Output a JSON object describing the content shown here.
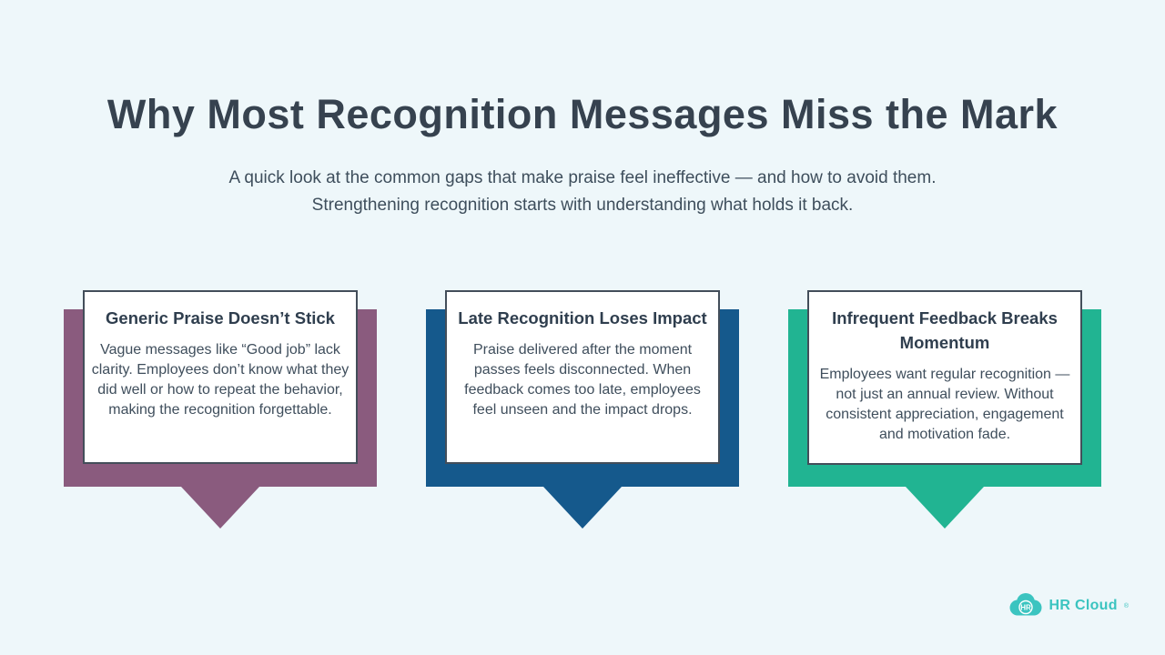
{
  "page": {
    "title": "Why Most Recognition Messages Miss the Mark",
    "subtitle_line1": "A quick look at the common gaps that make praise feel ineffective — and how to avoid them.",
    "subtitle_line2": "Strengthening recognition starts with understanding what holds it back."
  },
  "cards": [
    {
      "heading": "Generic Praise Doesn’t Stick",
      "body": "Vague messages like “Good job” lack clarity. Employees don’t know what they did well or how to repeat the behavior, making the recognition forgettable.",
      "accent_color": "#8a5b7e"
    },
    {
      "heading": "Late Recognition Loses Impact",
      "body": "Praise delivered after the moment passes feels disconnected. When feedback comes too late, employees feel unseen and the impact drops.",
      "accent_color": "#15598c"
    },
    {
      "heading": "Infrequent Feedback Breaks Momentum",
      "body": "Employees want regular recognition —not just an annual review. Without consistent appreciation, engagement and motivation fade.",
      "accent_color": "#21b492"
    }
  ],
  "logo": {
    "wordmark": "HR Cloud",
    "badge_text": "HR",
    "registered_mark": "®",
    "brand_color": "#3bc4c0"
  },
  "colors": {
    "background": "#eef7fa",
    "title_text": "#36424f",
    "subtitle_text": "#3e4e5c",
    "card_border": "#434e5a",
    "card_heading_text": "#2f3e4e",
    "card_body_text": "#3f4e5c"
  }
}
